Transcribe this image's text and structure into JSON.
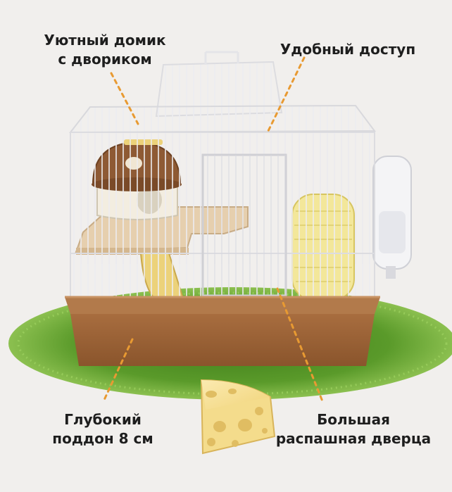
{
  "labels": {
    "cozy_house": {
      "line1": "Уютный домик",
      "line2": "с двориком"
    },
    "easy_access": {
      "line1": "Удобный доступ"
    },
    "deep_tray": {
      "line1": "Глубокий",
      "line2": "поддон 8 см"
    },
    "big_door": {
      "line1": "Большая",
      "line2": "распашная дверца"
    }
  },
  "colors": {
    "background": "#f1efed",
    "tray": "#9b6438",
    "grass": "#5a9a2a",
    "platform": "#e6cfae",
    "wheel": "#f3e79a",
    "wire": "#e8e8ec",
    "dotted_line": "#e89a32",
    "cheese": "#f4dc8c"
  }
}
